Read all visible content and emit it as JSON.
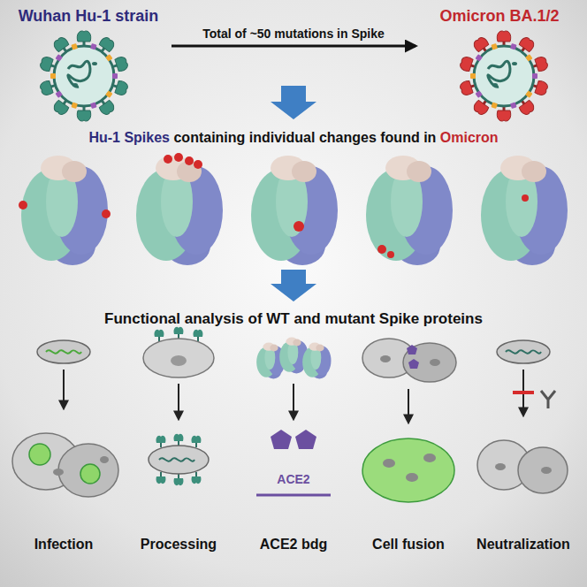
{
  "diagram": {
    "nodes": [
      {
        "text": [
          "Wuhan Hu-1 strain"
        ]
      },
      {
        "text": [
          "Omicron BA.1/2"
        ]
      }
    ],
    "edges": [
      {
        "from": 0,
        "to": 1,
        "label": "Total of ~50 mutations in Spike",
        "arrow": "to"
      }
    ],
    "labels": [
      "Hu-1 Spikes",
      "containing individual changes found in",
      "Omicron",
      "Functional analysis of WT and mutant Spike proteins",
      "ACE2",
      "Infection",
      "Processing",
      "ACE2 bdg",
      "Cell fusion",
      "Neutralization"
    ]
  }
}
